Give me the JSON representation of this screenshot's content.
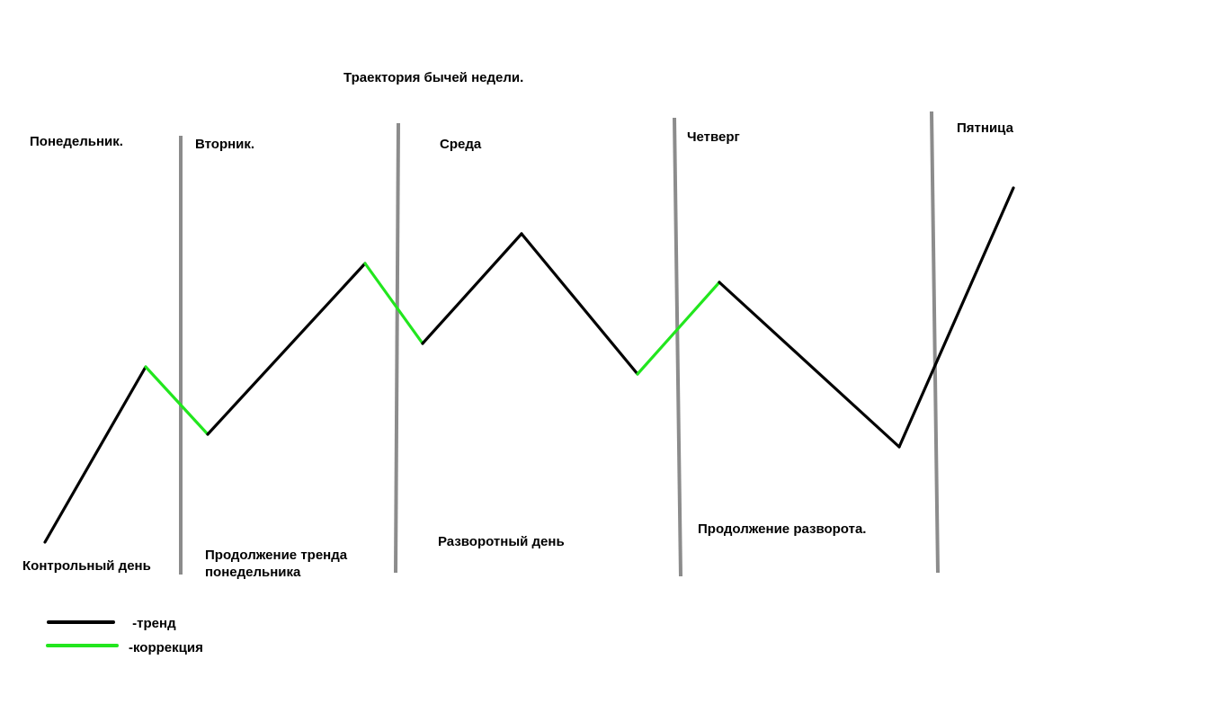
{
  "title": "Траектория бычей недели.",
  "days": [
    {
      "name": "Понедельник.",
      "description": "Контрольный день"
    },
    {
      "name": "Вторник.",
      "description": "Продолжение тренда понедельника"
    },
    {
      "name": "Среда",
      "description": "Разворотный день"
    },
    {
      "name": "Четверг",
      "description": "Продолжение разворота."
    },
    {
      "name": "Пятница",
      "description": ""
    }
  ],
  "legend": [
    {
      "key": "trend",
      "label": " -тренд"
    },
    {
      "key": "correction",
      "label": "-коррекция"
    }
  ],
  "colors": {
    "trend": "#000000",
    "correction": "#22e61e",
    "divider": "#8c8c8c",
    "background": "#ffffff"
  },
  "path_segments": [
    {
      "type": "trend"
    },
    {
      "type": "correction"
    },
    {
      "type": "trend"
    },
    {
      "type": "correction"
    },
    {
      "type": "trend"
    },
    {
      "type": "trend"
    },
    {
      "type": "correction"
    },
    {
      "type": "trend"
    },
    {
      "type": "trend"
    }
  ]
}
